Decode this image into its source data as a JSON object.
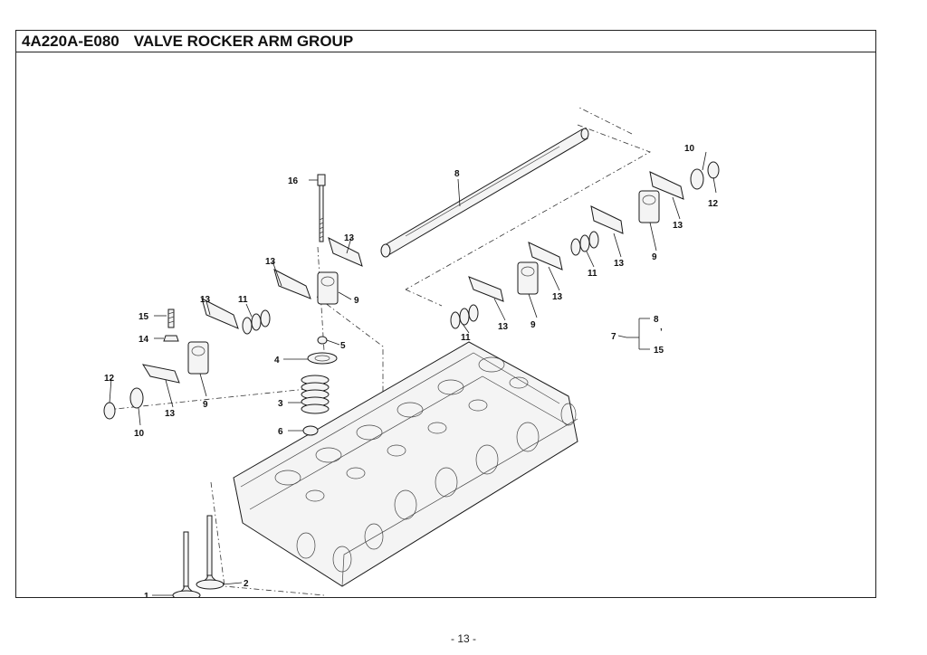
{
  "header": {
    "code": "4A220A-E080",
    "title": "VALVE ROCKER ARM GROUP"
  },
  "page_number": "- 13 -",
  "callouts": {
    "c1": "1",
    "c2": "2",
    "c3": "3",
    "c4": "4",
    "c5": "5",
    "c6": "6",
    "c7": "7",
    "c8a": "8",
    "c8b": "8",
    "c9a": "9",
    "c9b": "9",
    "c9c": "9",
    "c9d": "9",
    "c10a": "10",
    "c10b": "10",
    "c11a": "11",
    "c11b": "11",
    "c11c": "11",
    "c12a": "12",
    "c12b": "12",
    "c13a": "13",
    "c13b": "13",
    "c13c": "13",
    "c13d": "13",
    "c13e": "13",
    "c13f": "13",
    "c13g": "13",
    "c13h": "13",
    "c14": "14",
    "c15a": "15",
    "c15b": "15",
    "c16": "16",
    "c_tick": "’"
  }
}
